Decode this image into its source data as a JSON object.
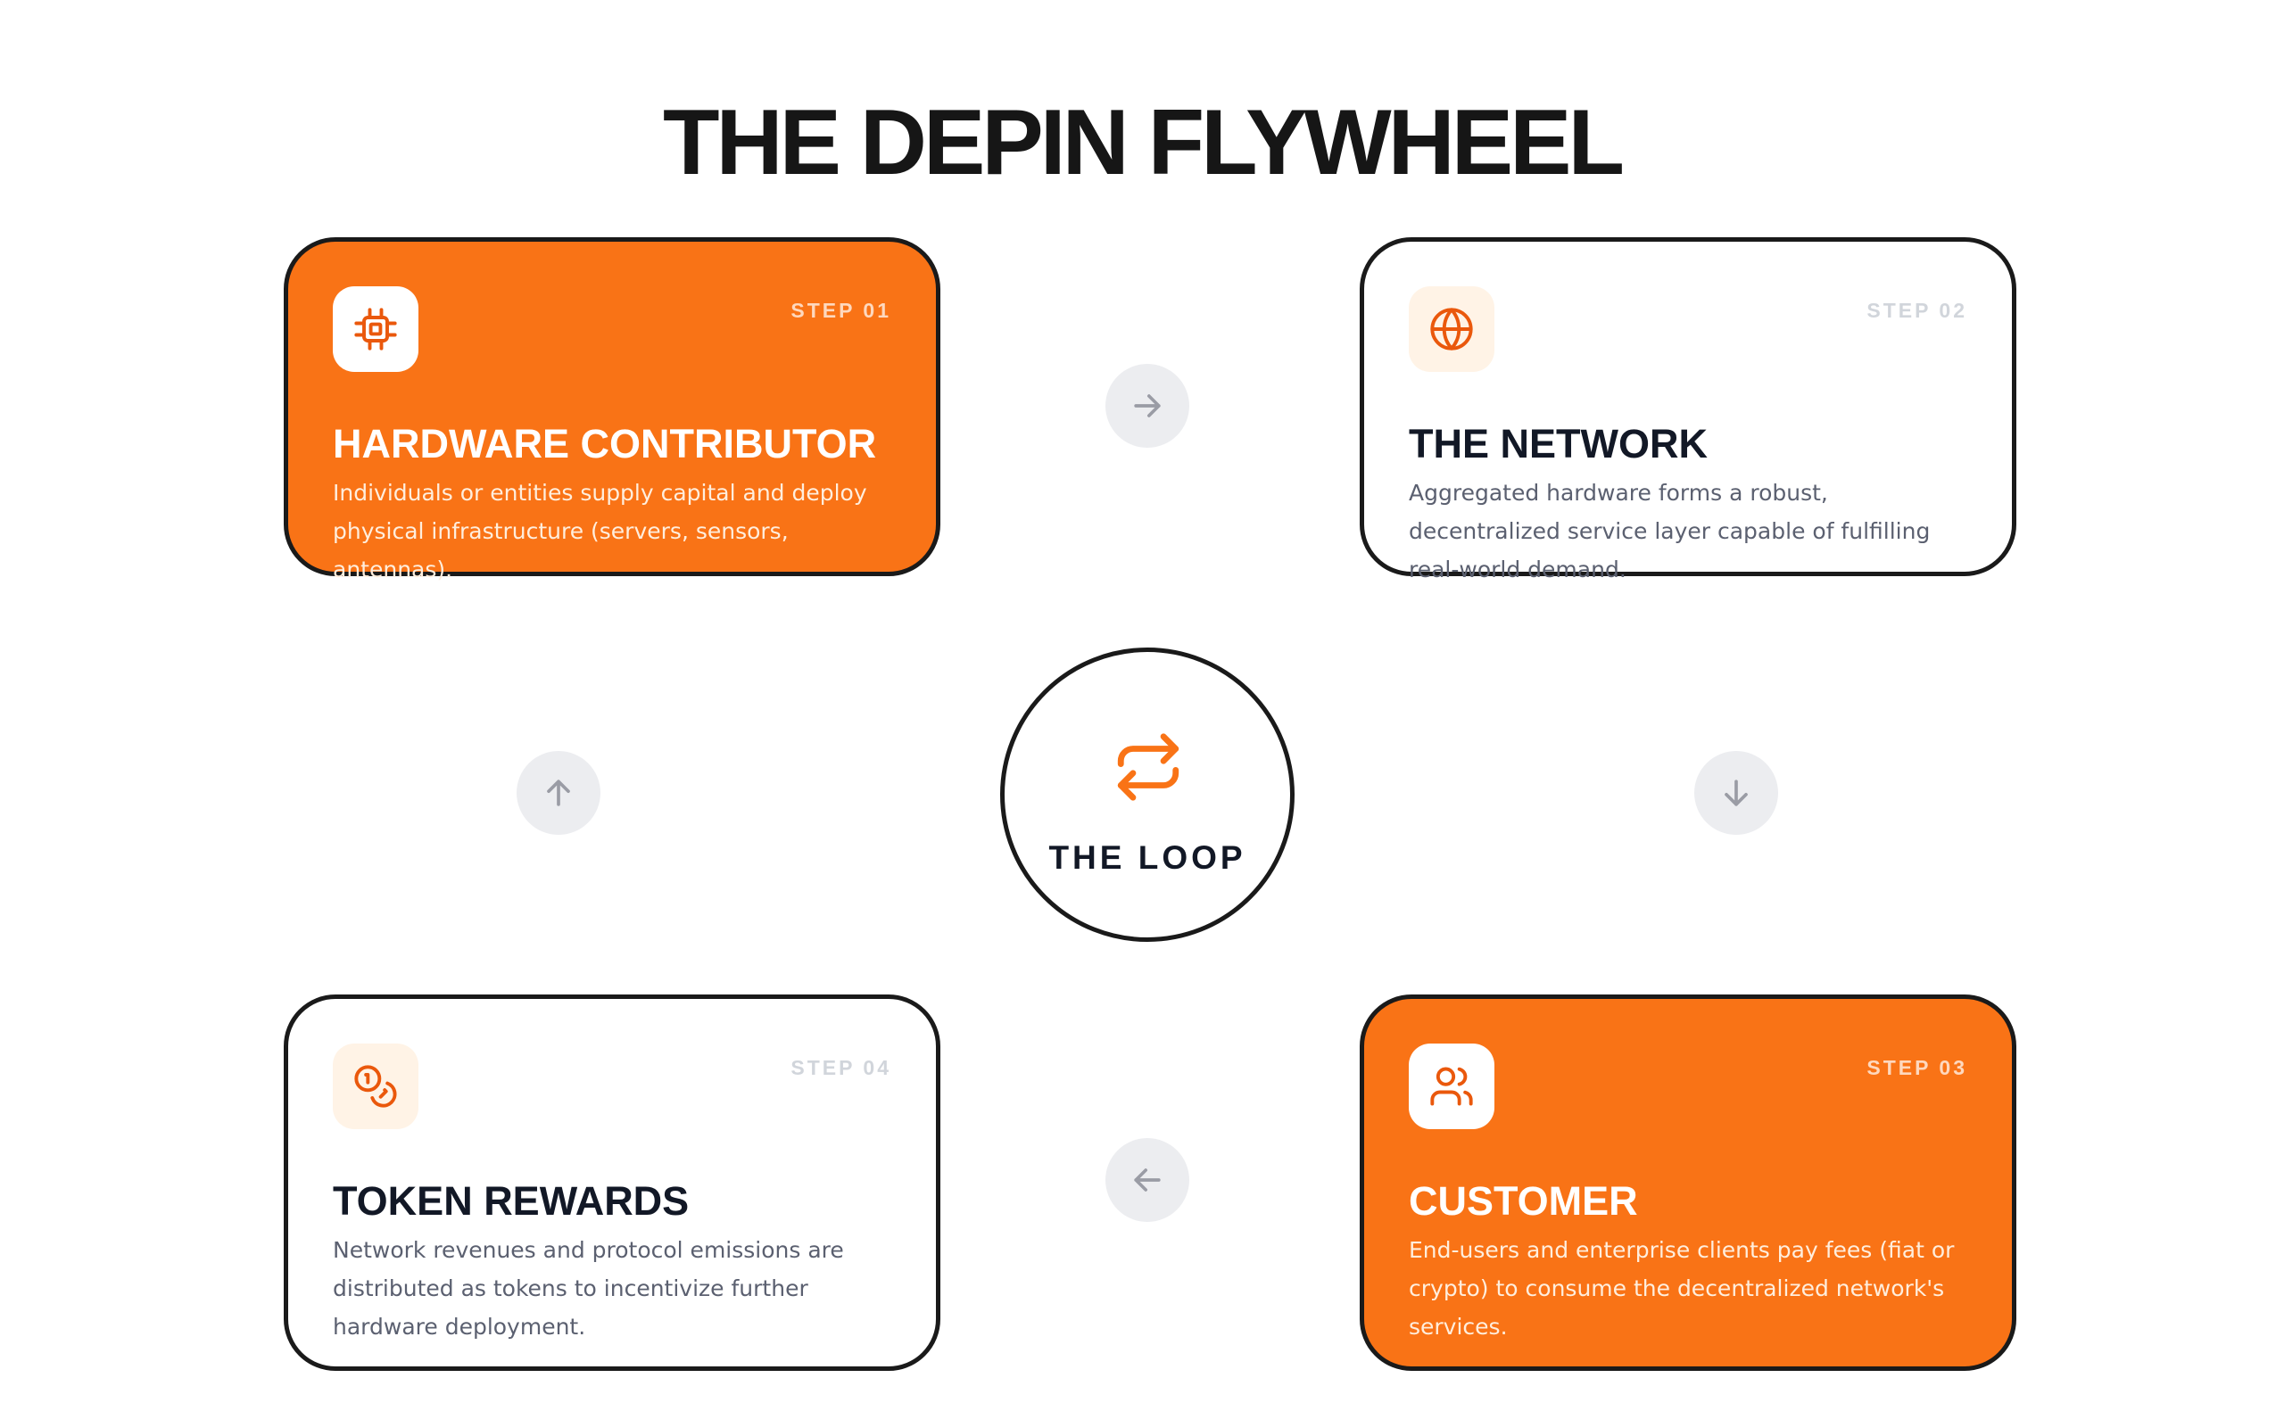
{
  "title": "THE DEPIN FLYWHEEL",
  "center": {
    "label": "THE LOOP",
    "icon": "repeat-arrows-icon"
  },
  "cards": [
    {
      "step": "STEP 01",
      "title": "HARDWARE CONTRIBUTOR",
      "description": "Individuals or entities supply capital and deploy physical infrastructure (servers, sensors, antennas).",
      "icon": "cpu-chip-icon",
      "style": "orange"
    },
    {
      "step": "STEP 02",
      "title": "THE NETWORK",
      "description": "Aggregated hardware forms a robust, decentralized service layer capable of fulfilling real-world demand.",
      "icon": "globe-icon",
      "style": "white"
    },
    {
      "step": "STEP 03",
      "title": "CUSTOMER",
      "description": "End-users and enterprise clients pay fees (fiat or crypto) to consume the decentralized network's services.",
      "icon": "users-icon",
      "style": "orange"
    },
    {
      "step": "STEP 04",
      "title": "TOKEN REWARDS",
      "description": "Network revenues and protocol emissions are distributed as tokens to incentivize further hardware deployment.",
      "icon": "coins-icon",
      "style": "white"
    }
  ],
  "arrows": [
    {
      "icon": "arrow-right-icon"
    },
    {
      "icon": "arrow-down-icon"
    },
    {
      "icon": "arrow-left-icon"
    },
    {
      "icon": "arrow-up-icon"
    }
  ],
  "colors": {
    "accent": "#f97316",
    "border": "#1a1a1a",
    "arrow_bg": "#ecedf0",
    "arrow_fg": "#9a9ca5",
    "muted_step": "#d1d5db"
  }
}
